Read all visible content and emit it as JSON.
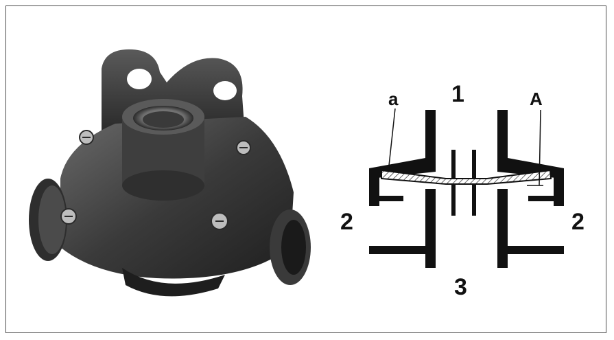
{
  "diagram": {
    "port_top": "1",
    "port_left": "2",
    "port_right": "2",
    "port_bottom": "3",
    "marker_small": "a",
    "marker_large": "A"
  },
  "colors": {
    "ink": "#111111",
    "body_dark": "#2b2b2b",
    "body_mid": "#4a4a4a",
    "body_light": "#8a8a8a",
    "membrane_hatch": "#888888"
  },
  "icons": {
    "photo": "valve-photo-icon",
    "section": "valve-cross-section-icon"
  }
}
